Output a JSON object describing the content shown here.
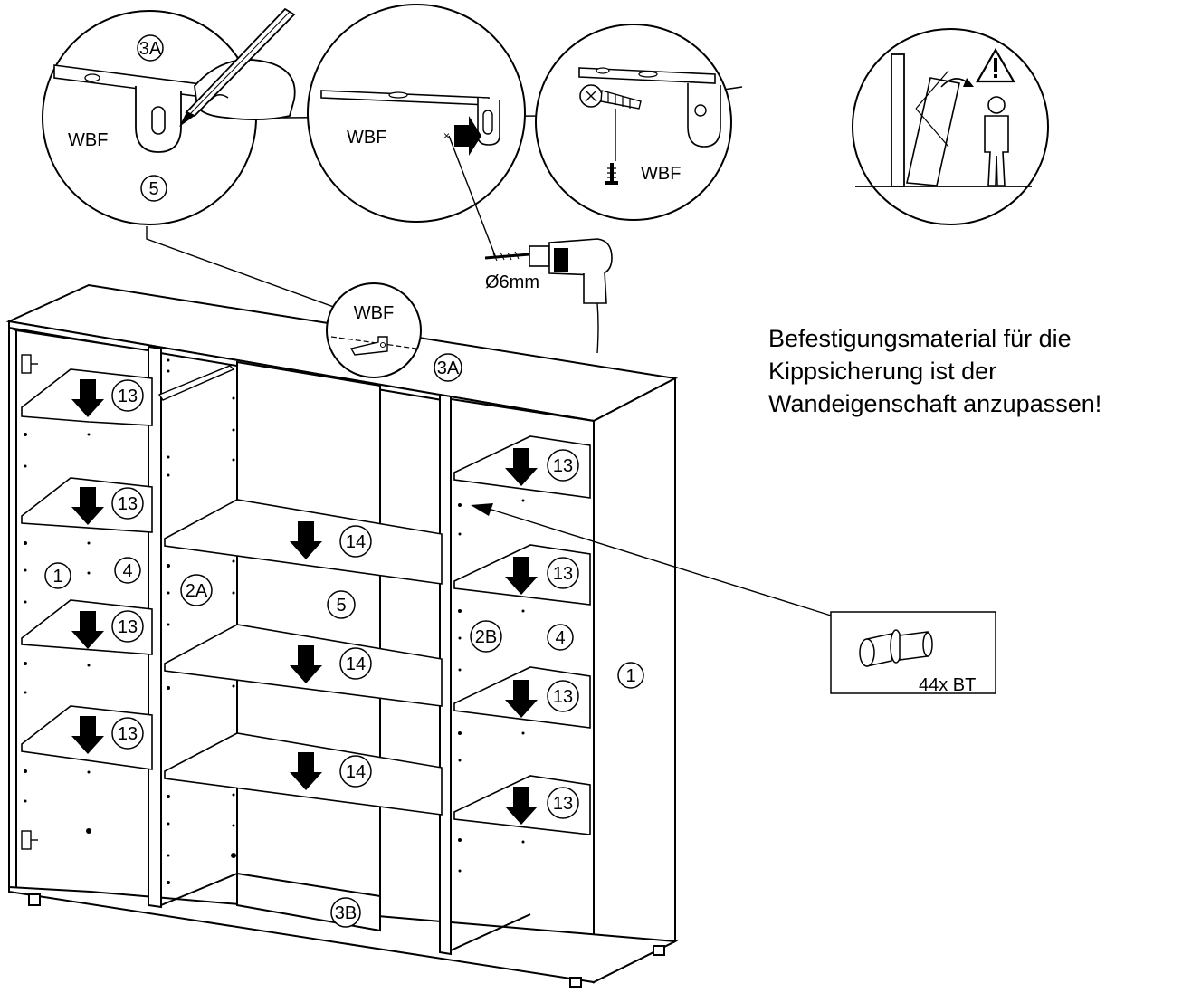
{
  "callouts": {
    "mark": {
      "part": "3A",
      "fitting": "WBF",
      "panel": "5"
    },
    "drill": {
      "fitting": "WBF"
    },
    "screw": {
      "fitting": "WBF"
    },
    "top": {
      "fitting": "WBF"
    }
  },
  "drill_size": "Ø6mm",
  "hardware": {
    "qty": "44x BT"
  },
  "warning_note": {
    "line1": "Befestigungsmaterial für die",
    "line2": "Kippsicherung ist der",
    "line3": "Wandeigenschaft anzupassen!"
  },
  "parts": {
    "top": "3A",
    "bottom": "3B",
    "side_left": "1",
    "side_right": "1",
    "back_left": "4",
    "back_right": "4",
    "back_center": "5",
    "divider_left": "2A",
    "divider_right": "2B",
    "shelf_small": "13",
    "shelf_large": "14"
  }
}
